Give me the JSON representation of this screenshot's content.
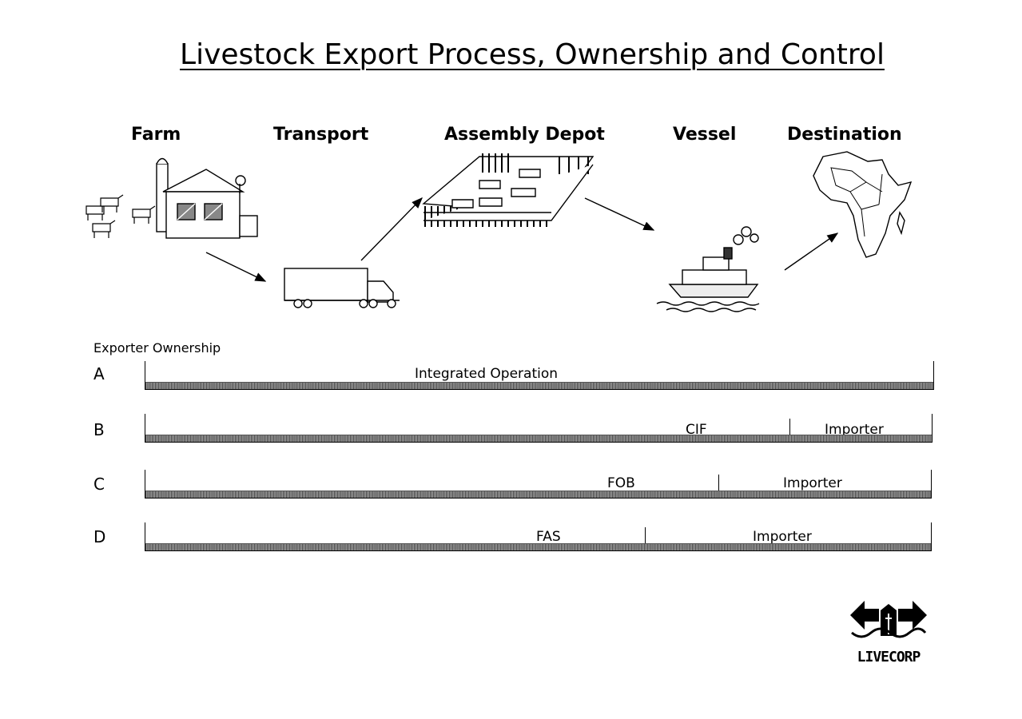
{
  "title": "Livestock Export Process, Ownership and Control",
  "stages": [
    {
      "label": "Farm",
      "icon": "farm-icon"
    },
    {
      "label": "Transport",
      "icon": "truck-icon"
    },
    {
      "label": "Assembly Depot",
      "icon": "depot-pen-icon"
    },
    {
      "label": "Vessel",
      "icon": "ship-icon"
    },
    {
      "label": "Destination",
      "icon": "africa-map-icon"
    }
  ],
  "ownership_label": "Exporter Ownership",
  "rows": [
    {
      "letter": "A",
      "segments": [
        "Integrated Operation"
      ]
    },
    {
      "letter": "B",
      "segments": [
        "CIF",
        "Importer"
      ]
    },
    {
      "letter": "C",
      "segments": [
        "FOB",
        "Importer"
      ]
    },
    {
      "letter": "D",
      "segments": [
        "FAS",
        "Importer"
      ]
    }
  ],
  "logo": {
    "text": "LIVECORP",
    "icon": "livecorp-logo-icon"
  }
}
